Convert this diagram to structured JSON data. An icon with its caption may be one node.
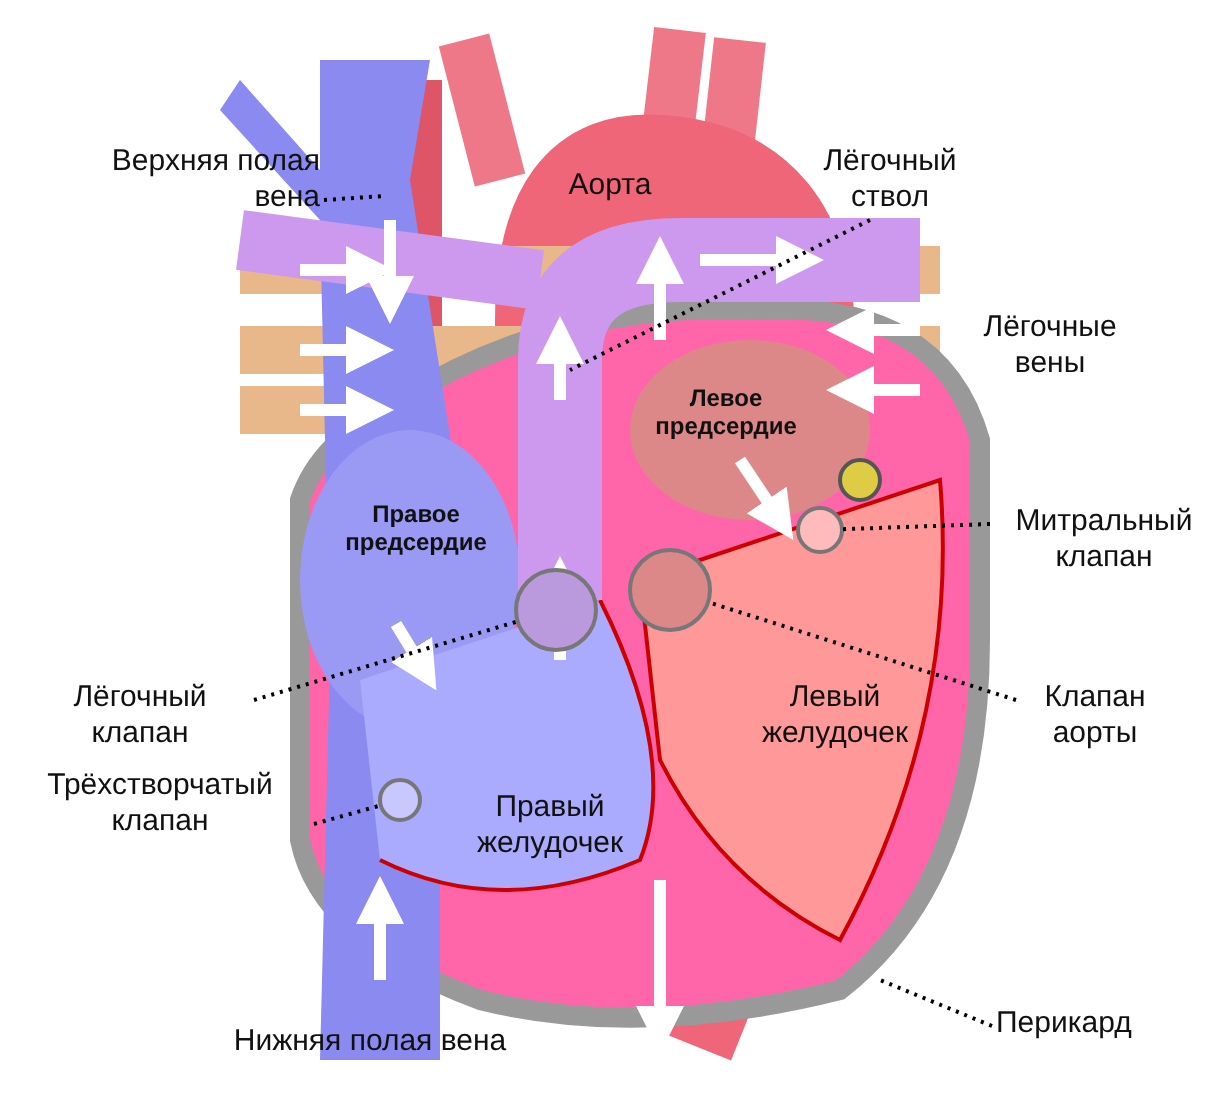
{
  "diagram": {
    "nodes": [
      {
        "text": [
          "Верхняя полая вена"
        ]
      },
      {
        "text": [
          "Лёгочный ствол"
        ]
      },
      {
        "text": [
          "Митральный клапан"
        ]
      },
      {
        "text": [
          "Лёгочный клапан"
        ]
      },
      {
        "text": [
          "Клапан аорты"
        ]
      },
      {
        "text": [
          "Трёхстворчатый клапан"
        ]
      },
      {
        "text": [
          "Перикард"
        ]
      },
      {
        "text": [],
        "shape": "circle"
      },
      {
        "text": [],
        "shape": "circle"
      },
      {
        "text": [],
        "shape": "circle"
      },
      {
        "text": [],
        "shape": "circle"
      }
    ],
    "edges": [
      {
        "from": 0,
        "to": null,
        "arrow": "none"
      },
      {
        "from": 1,
        "to": null,
        "arrow": "none"
      },
      {
        "from": 2,
        "to": 10,
        "arrow": "none"
      },
      {
        "from": 3,
        "to": 8,
        "arrow": "none"
      },
      {
        "from": 4,
        "to": 9,
        "arrow": "none"
      },
      {
        "from": 5,
        "to": 7,
        "arrow": "none"
      },
      {
        "from": 6,
        "to": null,
        "arrow": "none"
      }
    ],
    "labels": [
      "Аорта",
      "Лёгочные вены",
      "Левое предсердие",
      "Правое предсердие",
      "Левый желудочек",
      "Правый желудочек",
      "Нижняя полая вена"
    ]
  }
}
